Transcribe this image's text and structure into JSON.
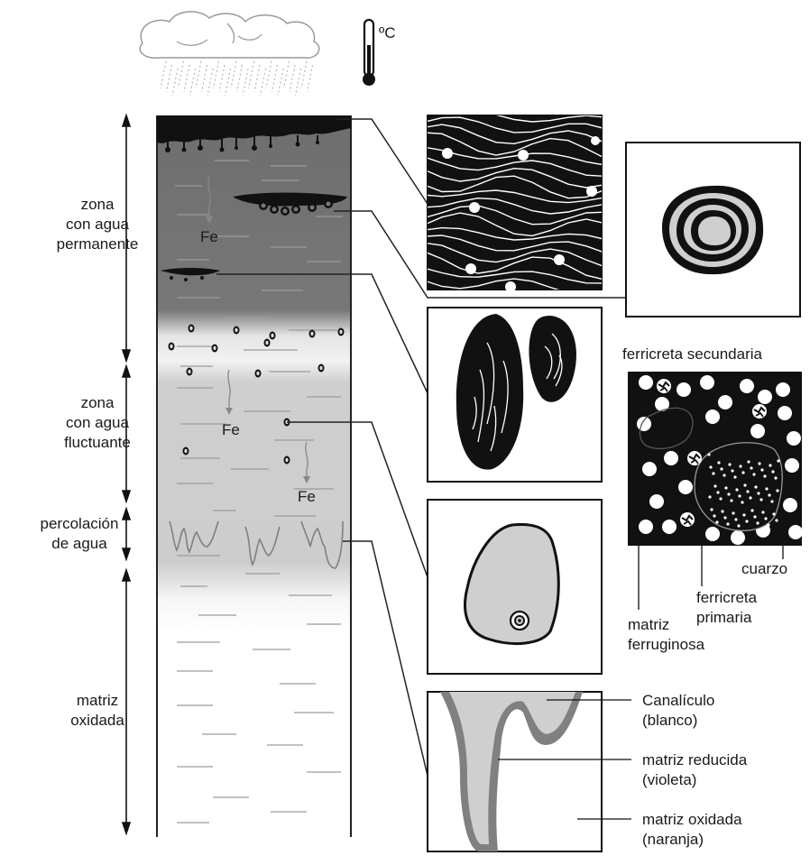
{
  "title": "",
  "temperature_unit": "ºC",
  "icons": {
    "weather": "cloud-rain-icon",
    "thermometer": "thermometer-icon"
  },
  "colors": {
    "dark_gray": "#707070",
    "mid_gray": "#cfcfcf",
    "light_gray": "#ececec",
    "black": "#111111",
    "fill_gray": "#c8c8c8"
  },
  "zones": {
    "permanent_water": [
      "zona",
      "con agua",
      "permanente"
    ],
    "fluctuating_water": [
      "zona",
      "con agua",
      "fluctuante"
    ],
    "percolation": [
      "percolación",
      "de agua"
    ],
    "oxidized_matrix": [
      "matriz",
      "oxidada"
    ]
  },
  "column": {
    "fe_labels": [
      "Fe",
      "Fe",
      "Fe"
    ]
  },
  "ferricrete_panel": {
    "title": "ferricreta secundaria",
    "quartz": "cuarzo",
    "primary": [
      "ferricreta",
      "primaria"
    ],
    "ferruginous_matrix": [
      "matriz",
      "ferruginosa"
    ]
  },
  "canalicule_panel": {
    "canalicule": [
      "Canalículo",
      "(blanco)"
    ],
    "reduced_matrix": [
      "matriz reducida",
      "(violeta)"
    ],
    "oxidized_matrix": [
      "matriz oxidada",
      "(naranja)"
    ]
  }
}
